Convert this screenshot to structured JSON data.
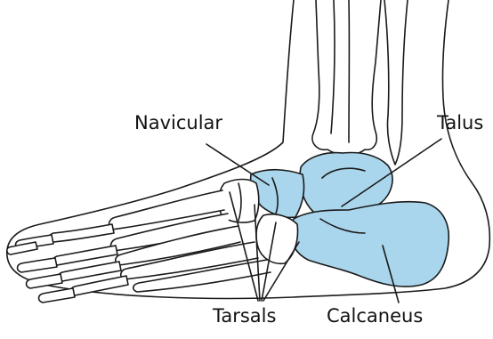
{
  "labels": {
    "navicular": "Navicular",
    "talus": "Talus",
    "tarsals": "Tarsals",
    "calcaneus": "Calcaneus"
  },
  "colors": {
    "highlight_fill": "#a9d6ec",
    "outline": "#1a1a1a",
    "bone_fill": "#ffffff",
    "background": "#ffffff"
  },
  "highlighted_bones": [
    "navicular",
    "talus",
    "calcaneus"
  ]
}
